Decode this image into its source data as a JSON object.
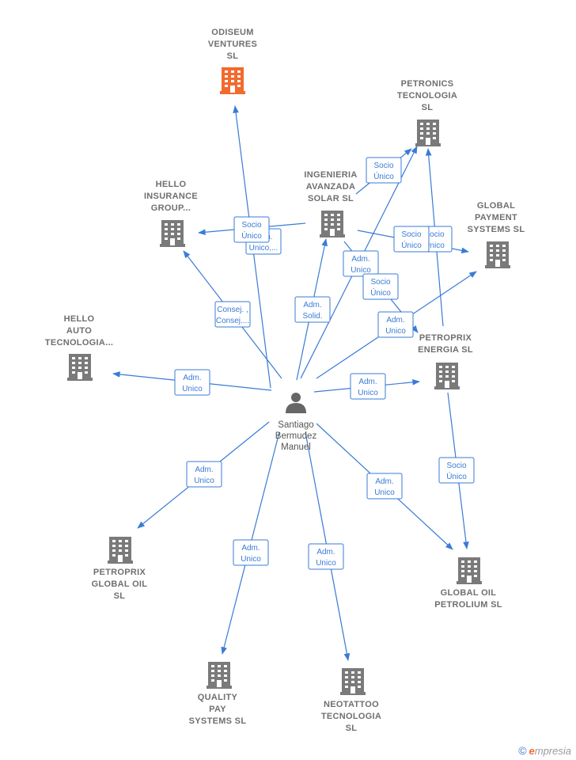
{
  "center": {
    "label": [
      "Santiago",
      "Bermudez",
      "Manuel"
    ],
    "icon": "person-icon"
  },
  "colors": {
    "edge": "#3a7bd5",
    "building": "#7a7a7a",
    "highlight": "#f26a2e"
  },
  "companies": [
    {
      "id": "odiseum",
      "label": [
        "ODISEUM",
        "VENTURES",
        "SL"
      ],
      "highlight": true
    },
    {
      "id": "petronics",
      "label": [
        "PETRONICS",
        "TECNOLOGIA",
        "SL"
      ]
    },
    {
      "id": "ingenieria",
      "label": [
        "INGENIERIA",
        "AVANZADA",
        "SOLAR SL"
      ]
    },
    {
      "id": "hello-insurance",
      "label": [
        "HELLO",
        "INSURANCE",
        "GROUP..."
      ]
    },
    {
      "id": "global-payment",
      "label": [
        "GLOBAL",
        "PAYMENT",
        "SYSTEMS  SL"
      ]
    },
    {
      "id": "hello-auto",
      "label": [
        "HELLO",
        "AUTO",
        "TECNOLOGIA..."
      ]
    },
    {
      "id": "petroprix-energia",
      "label": [
        "PETROPRIX",
        "ENERGIA SL"
      ]
    },
    {
      "id": "petroprix-global",
      "label": [
        "PETROPRIX",
        "GLOBAL OIL",
        "SL"
      ]
    },
    {
      "id": "global-oil",
      "label": [
        "GLOBAL OIL",
        "PETROLIUM SL"
      ]
    },
    {
      "id": "quality-pay",
      "label": [
        "QUALITY",
        "PAY",
        "SYSTEMS  SL"
      ]
    },
    {
      "id": "neotattoo",
      "label": [
        "NEOTATTOO",
        "TECNOLOGIA",
        "SL"
      ]
    }
  ],
  "edge_labels": [
    [
      "Socio",
      "Único"
    ],
    [
      "Socio",
      "Único"
    ],
    [
      "Adm.",
      "Unico,..."
    ],
    [
      "Consej. ,",
      "Consej...."
    ],
    [
      "Adm.",
      "Solid."
    ],
    [
      "Adm.",
      "Unico"
    ],
    [
      "Socio",
      "Único"
    ],
    [
      "Socio",
      "Único"
    ],
    [
      "Socio",
      "Único"
    ],
    [
      "Adm.",
      "Unico"
    ],
    [
      "Adm.",
      "Unico"
    ],
    [
      "Adm.",
      "Unico"
    ],
    [
      "Socio",
      "Único"
    ],
    [
      "Adm.",
      "Unico"
    ],
    [
      "Adm.",
      "Unico"
    ],
    [
      "Adm.",
      "Unico"
    ],
    [
      "Adm.",
      "Unico"
    ]
  ],
  "branding": {
    "copyright": "©",
    "e": "e",
    "rest": "mpresia"
  }
}
